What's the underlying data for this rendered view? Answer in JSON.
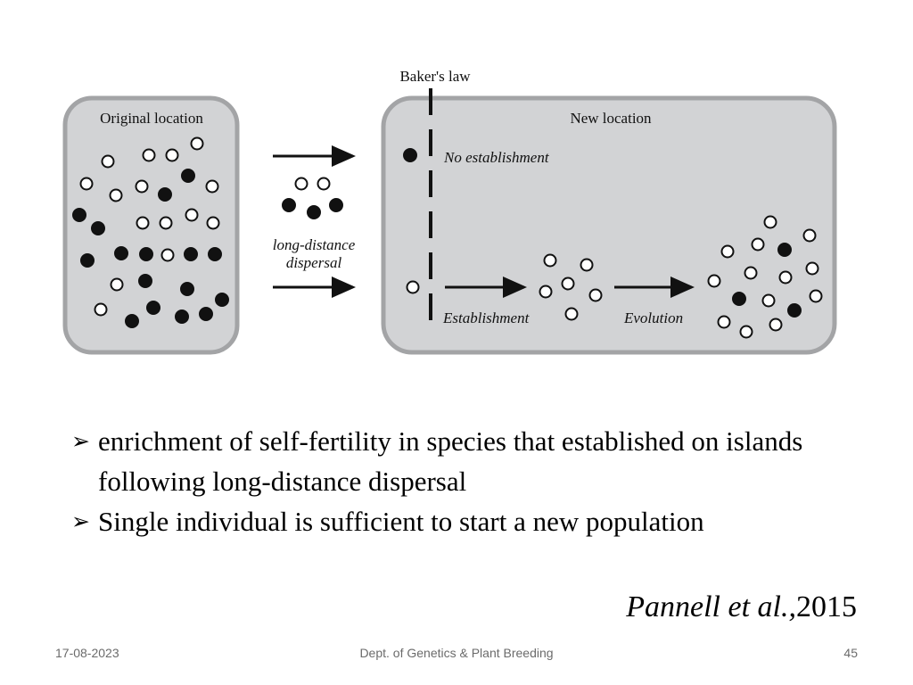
{
  "diagram": {
    "original_location_label": "Original location",
    "new_location_label": "New location",
    "bakers_law_label": "Baker's law",
    "dispersal_label_line1": "long-distance",
    "dispersal_label_line2": "dispersal",
    "no_establishment_label": "No establishment",
    "establishment_label": "Establishment",
    "evolution_label": "Evolution",
    "colors": {
      "panel_fill": "#d2d3d5",
      "panel_border": "#a3a4a6",
      "ink": "#111111"
    }
  },
  "bullets": [
    "enrichment of self-fertility in species that established on islands following long-distance dispersal",
    "Single individual is sufficient to start a new population"
  ],
  "citation": {
    "authors": "Pannell et al.,",
    "year": "2015"
  },
  "footer": {
    "date": "17-08-2023",
    "department": "Dept. of Genetics & Plant Breeding",
    "page": "45"
  }
}
